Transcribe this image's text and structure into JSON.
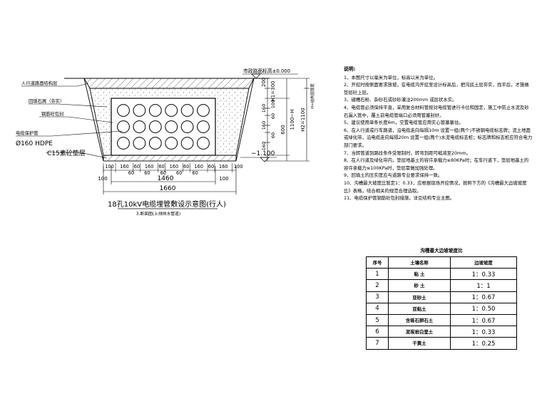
{
  "section": {
    "labels": {
      "pavement_layer": "人行道路面结构层",
      "backfill": "回填石屑（夯实）",
      "rebar_cage": "钢筋砼包封",
      "conduit": "电缆保护管",
      "conduit_spec": "Ø160 HDPE",
      "cushion": "C15素砼垫层",
      "road_elevation": "市政路面标高±0.000",
      "bottom_elevation": "−1.100"
    },
    "dims": {
      "row_spacing": [
        "100",
        "160",
        "60",
        "160",
        "60",
        "160",
        "60",
        "160",
        "60",
        "160",
        "100"
      ],
      "row_gaps": [
        "60",
        "60",
        "60",
        "60",
        "60"
      ],
      "width_inner": "1460",
      "width_total": "1660",
      "left_end": "100",
      "right_end": "100",
      "v_h1": "H1=300",
      "v_h2": "H2=1100",
      "v_200": "200",
      "v_100": "100",
      "v_160": "160",
      "v_60": "60",
      "v_600": "600",
      "v_1100h": "1100−H",
      "v_layer": "H=结构层厚度"
    },
    "caption": "18孔10kV电缆埋管敷设示意图(行人)",
    "subcaption": "3.断面图(上排排水管道)"
  },
  "notes": {
    "title": "说明:",
    "items": [
      "1、本图尺寸以毫米为单位，标高以米为单位。",
      "2、开挖时按侧面要求放坡，在电缆沟开挖至设计标高后，把沟底土层夯实，找平后，才施做垫层砼上层。",
      "3、键槽石粉、杂砂石或砂砂灌注200mm 或层状水实。",
      "4、电缆管必须保持平直，采用复合材料管按对电缆管进行卡位和固定，施工中防止水泥及砂石漏入管中，覆土前电缆管端口必须用管塞封好。",
      "5、建议使用单条长度6m，空置电缆管应用实心管塞塞住。",
      "6、在人行道或行车路道，沿电缆走向每隔10m 设置一组(两个)不锈钢电缆标志牌；泥土地面或绿化带，沿电缆走向每隔20m 设置一组(两个)水泥电缆标志桩；标志牌和标志桩应符合电力部门要求。",
      "7、当转管道到路段条件受限制时，转弯到距可缩减至20mm。",
      "8、在人行道及绿化带内，垫层地基土的容许承载力≤80KPa时；在车行道下，垫层地基土的容许承载力≤100KPa时，垫层需做加强处理。",
      "9、回填土的压实度应与道路专业要求保持一致。",
      "10、沟槽最大坡度比暂定1：0.33，应根据现场开挖情况，按照下方的《沟槽最大边坡坡度比》表格，结合相关的规范合理选取。",
      "11、电缆保护管钢筋砼包封措施，详见结构专业主图。"
    ]
  },
  "soil_table": {
    "title": "沟槽最大边坡坡度比",
    "headers": [
      "序号",
      "土壤名称",
      "边坡坡度"
    ],
    "rows": [
      [
        "1",
        "粘 土",
        "1：0.33"
      ],
      [
        "2",
        "砂 土",
        "1：1"
      ],
      [
        "3",
        "亚砂土",
        "1：0.67"
      ],
      [
        "4",
        "亚粘土",
        "1：0.50"
      ],
      [
        "5",
        "含砾石卵石土",
        "1：0.67"
      ],
      [
        "6",
        "泥炭岩白垩土",
        "1：0.33"
      ],
      [
        "7",
        "干黄土",
        "1：0.25"
      ]
    ]
  },
  "colors": {
    "line": "#000000",
    "background": "#ffffff"
  }
}
